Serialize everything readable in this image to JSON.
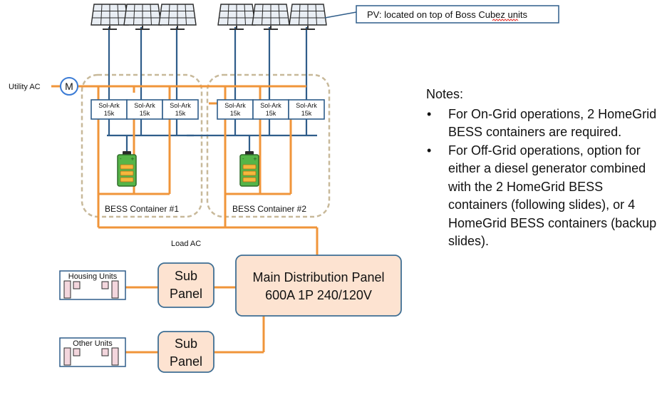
{
  "pv_callout": "PV: located on top of Boss Cubez units",
  "utility_label": "Utility AC",
  "meter_symbol": "M",
  "load_label": "Load AC",
  "containers": [
    {
      "label": "BESS Container #1",
      "inverters": [
        "Sol-Ark\n15k",
        "Sol-Ark\n15k",
        "Sol-Ark\n15k"
      ]
    },
    {
      "label": "BESS Container #2",
      "inverters": [
        "Sol-Ark\n15k",
        "Sol-Ark\n15k",
        "Sol-Ark\n15k"
      ]
    }
  ],
  "main_panel": {
    "line1": "Main Distribution Panel",
    "line2": "600A 1P 240/120V"
  },
  "sub_panels": [
    {
      "line1": "Sub",
      "line2": "Panel"
    },
    {
      "line1": "Sub",
      "line2": "Panel"
    }
  ],
  "units": [
    "Housing Units",
    "Other Units"
  ],
  "notes": {
    "heading": "Notes:",
    "items": [
      "For On-Grid operations, 2 HomeGrid BESS containers are required.",
      "For Off-Grid operations, option for either a diesel generator combined with the 2 HomeGrid BESS containers (following slides), or 4 HomeGrid BESS containers (backup slides)."
    ]
  },
  "colors": {
    "ac_wire": "#f0953a",
    "dc_wire": "#2f5d8a",
    "panel_fill": "#fde3d1",
    "panel_stroke": "#3f6f94",
    "container_stroke": "#c8b99a",
    "battery_fill": "#55b548",
    "cell_fill": "#f6b73c",
    "unit_window": "#f3d6dd"
  }
}
